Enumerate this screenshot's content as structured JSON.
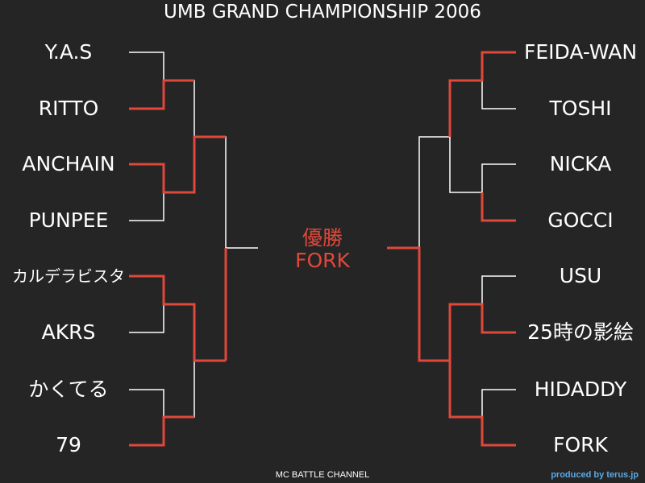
{
  "title": "UMB GRAND CHAMPIONSHIP 2006",
  "left_players": [
    "Y.A.S",
    "RITTO",
    "ANCHAIN",
    "PUNPEE",
    "カルデラビスタ",
    "AKRS",
    "かくてる",
    "79"
  ],
  "right_players": [
    "FEIDA-WAN",
    "TOSHI",
    "NICKA",
    "GOCCI",
    "USU",
    "25時の影絵",
    "HIDADDY",
    "FORK"
  ],
  "champion": {
    "heading": "優勝",
    "name": "FORK"
  },
  "footer": "MC BATTLE CHANNEL",
  "credit": "produced by terus.jp",
  "colors": {
    "background": "#252525",
    "line": "#ffffff",
    "winner_line": "#e0483a",
    "credit": "#5aa9e6"
  }
}
